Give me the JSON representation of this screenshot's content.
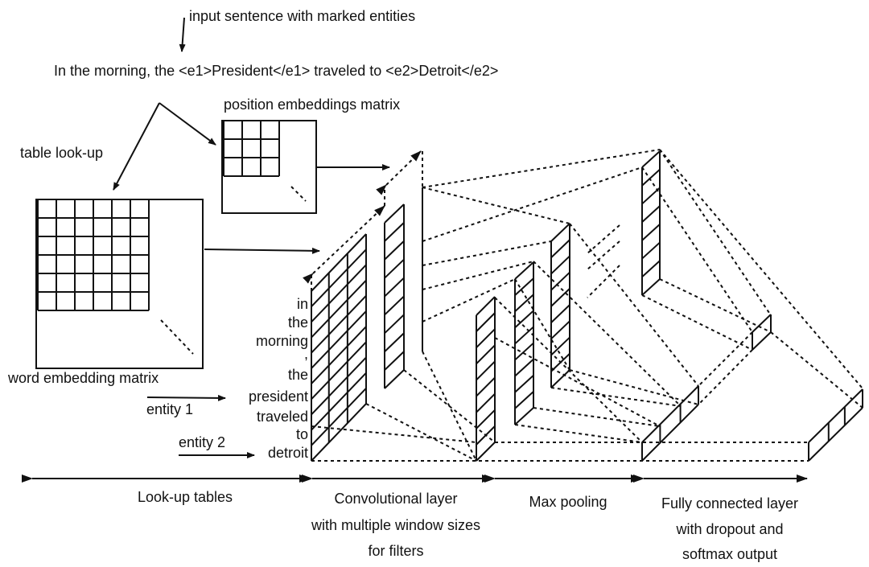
{
  "title": "input sentence with marked entities",
  "sentence": "In the morning, the <e1>President</e1> traveled to <e2>Detroit</e2>",
  "labels": {
    "position_matrix": "position embeddings matrix",
    "table_lookup": "table look-up",
    "word_matrix": "word embedding matrix",
    "entity1": "entity 1",
    "entity2": "entity 2"
  },
  "words": [
    "in",
    "the",
    "morning",
    ",",
    "the",
    "president",
    "traveled",
    "to",
    "detroit"
  ],
  "stages": {
    "lookup": [
      "Look-up tables"
    ],
    "conv": [
      "Convolutional layer",
      "with multiple window sizes",
      "for filters"
    ],
    "pool": [
      "Max pooling"
    ],
    "fc": [
      "Fully connected layer",
      "with dropout and",
      "softmax output"
    ]
  }
}
